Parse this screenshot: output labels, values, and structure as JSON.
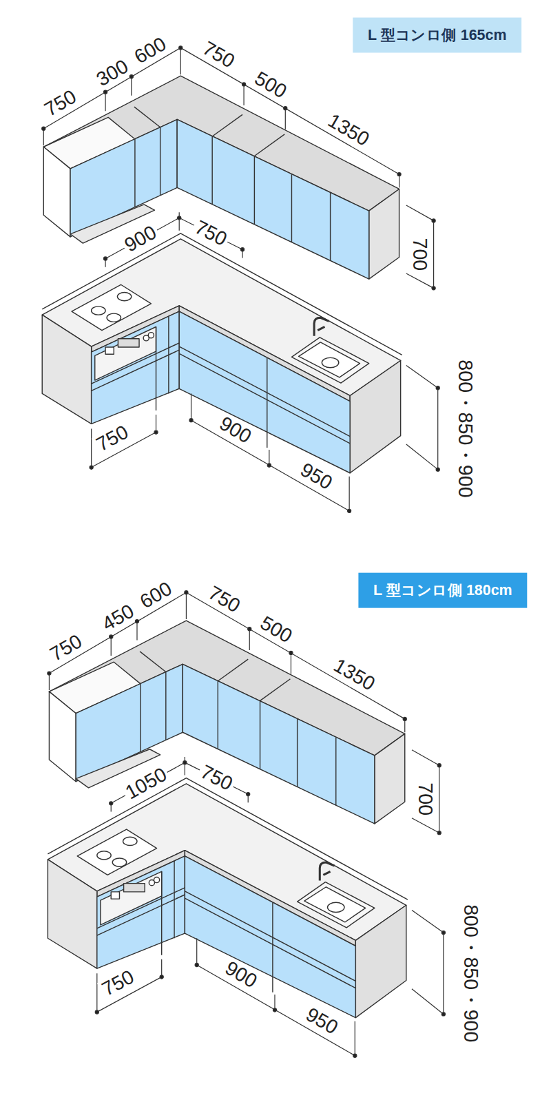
{
  "diagram": {
    "nodes": [
      {
        "text": [
          "L 型コンロ側 165cm"
        ]
      },
      {
        "text": [
          "L 型コンロ側 180cm"
        ]
      }
    ],
    "labels": [
      "750",
      "300",
      "600",
      "750",
      "500",
      "1350",
      "700",
      "900",
      "750",
      "750",
      "900",
      "950",
      "800・850・900",
      "750",
      "450",
      "600",
      "750",
      "500",
      "1350",
      "700",
      "1050",
      "750",
      "750",
      "900",
      "950",
      "800・850・900"
    ]
  }
}
